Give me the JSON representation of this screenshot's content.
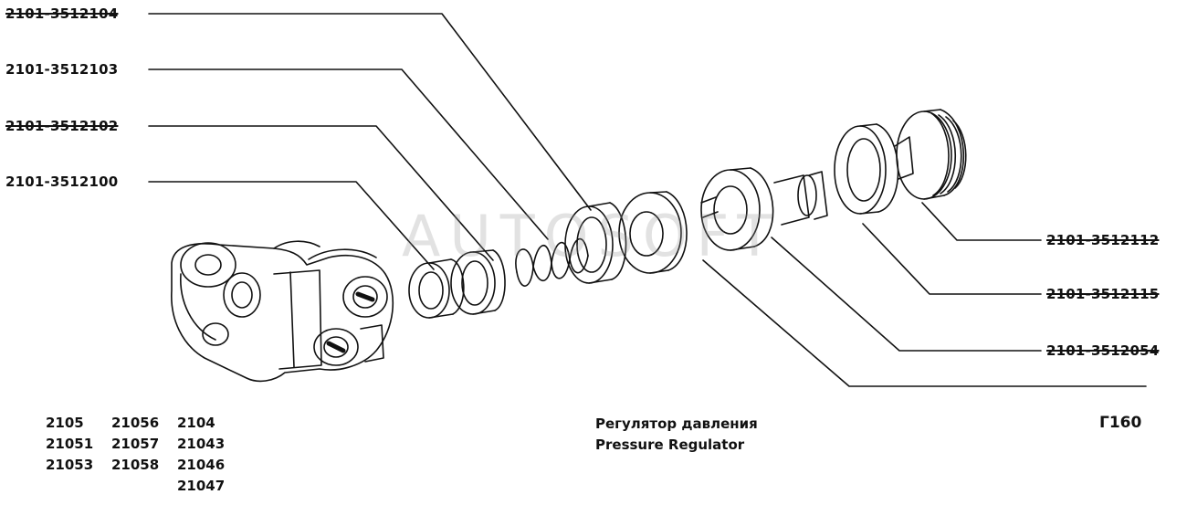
{
  "labels": {
    "p104": "2101-3512104",
    "p103": "2101-3512103",
    "p102": "2101-3512102",
    "p100": "2101-3512100",
    "p112": "2101-3512112",
    "p115": "2101-3512115",
    "p054": "2101-3512054"
  },
  "models": {
    "col1": [
      "2105",
      "21051",
      "21053"
    ],
    "col2": [
      "21056",
      "21057",
      "21058"
    ],
    "col3": [
      "2104",
      "21043",
      "21046",
      "21047"
    ]
  },
  "caption": {
    "ru": "Регулятор давления",
    "en": "Pressure Regulator"
  },
  "figure_code": "Г160",
  "watermark": "AUTOSOFT",
  "colors": {
    "ink": "#111111",
    "watermark": "#9a9a9a"
  }
}
